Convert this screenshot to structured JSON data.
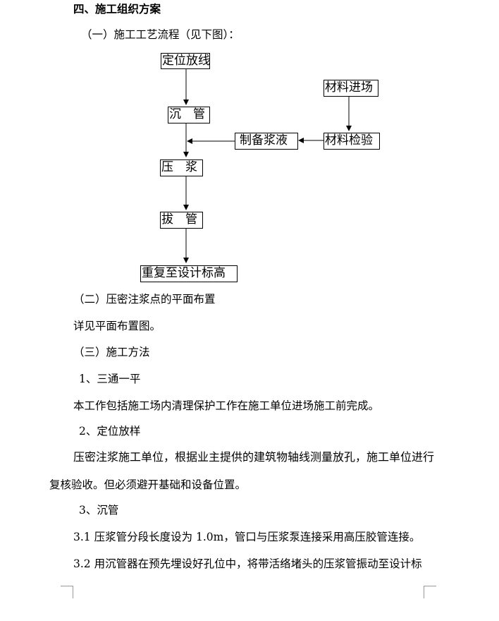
{
  "heading": "四、施工组织方案",
  "sections": {
    "s1_title": "（一）施工工艺流程（见下图）：",
    "s2_title": "（二）压密注浆点的平面布置",
    "s2_body": "详见平面布置图。",
    "s3_title": "（三）施工方法",
    "item1_title": "1、三通一平",
    "item1_body": "本工作包括施工场内清理保护工作在施工单位进场施工前完成。",
    "item2_title": "2、定位放样",
    "item2_body_line1": "压密注浆施工单位，根据业主提供的建筑物轴线测量放孔，施工单位进行",
    "item2_body_line2": "复核验收。但必须避开基础和设备位置。",
    "item3_title": "3、沉管",
    "p31": "3.1 压浆管分段长度设为 1.0m，管口与压浆泵连接采用高压胶管连接。",
    "p32": "3.2 用沉管器在预先埋设好孔位中，将带活络堵头的压浆管振动至设计标"
  },
  "flowchart": {
    "dingwei": "定位放线",
    "chenguan": "沉　管",
    "yajiang": "压　浆",
    "baguan": "拔　管",
    "chongfu": "重复至设计标高",
    "cailiao_jinchang": "材料进场",
    "cailiao_jianyan": "材料检验",
    "zhibei": "制备浆液"
  }
}
